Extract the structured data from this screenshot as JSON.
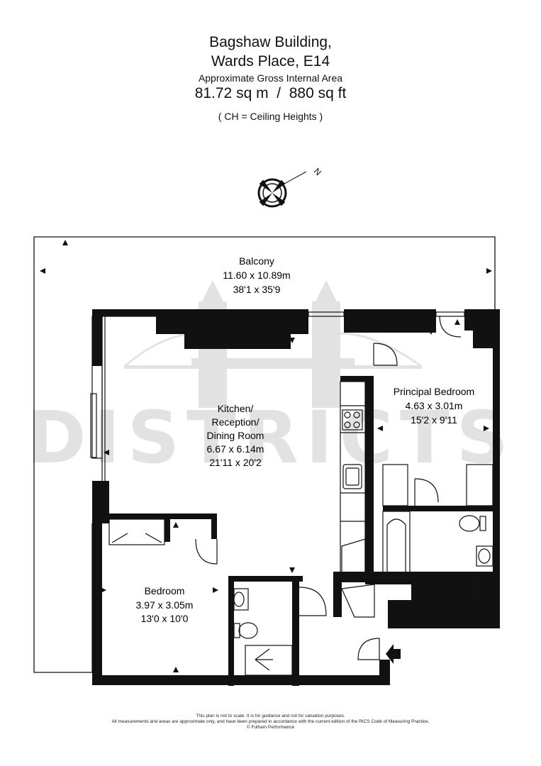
{
  "header": {
    "building": "Bagshaw Building,",
    "address": "Wards Place, E14",
    "area_label": "Approximate Gross Internal Area",
    "area_value": "81.72 sq m  /  880 sq ft",
    "note": "( CH = Ceiling Heights )"
  },
  "compass": {
    "north_label": "N"
  },
  "rooms": {
    "balcony": {
      "name": "Balcony",
      "metric": "11.60 x 10.89m",
      "imperial": "38'1 x 35'9"
    },
    "principal_bedroom": {
      "name": "Principal Bedroom",
      "metric": "4.63 x 3.01m",
      "imperial": "15'2 x 9'11"
    },
    "kitchen": {
      "name1": "Kitchen/",
      "name2": "Reception/",
      "name3": "Dining Room",
      "metric": "6.67 x 6.14m",
      "imperial": "21'11 x 20'2"
    },
    "bedroom": {
      "name": "Bedroom",
      "metric": "3.97 x 3.05m",
      "imperial": "13'0 x 10'0"
    }
  },
  "watermark": {
    "text": "DISTRICTS"
  },
  "footer": {
    "line1": "This plan is not to scale. It is for guidance and not for valuation purposes.",
    "line2": "All measurements and areas are approximate only, and have been prepared in accordance with the current edition of the RICS Code of Measuring Practice.",
    "line3": "© Fulham Performance"
  }
}
